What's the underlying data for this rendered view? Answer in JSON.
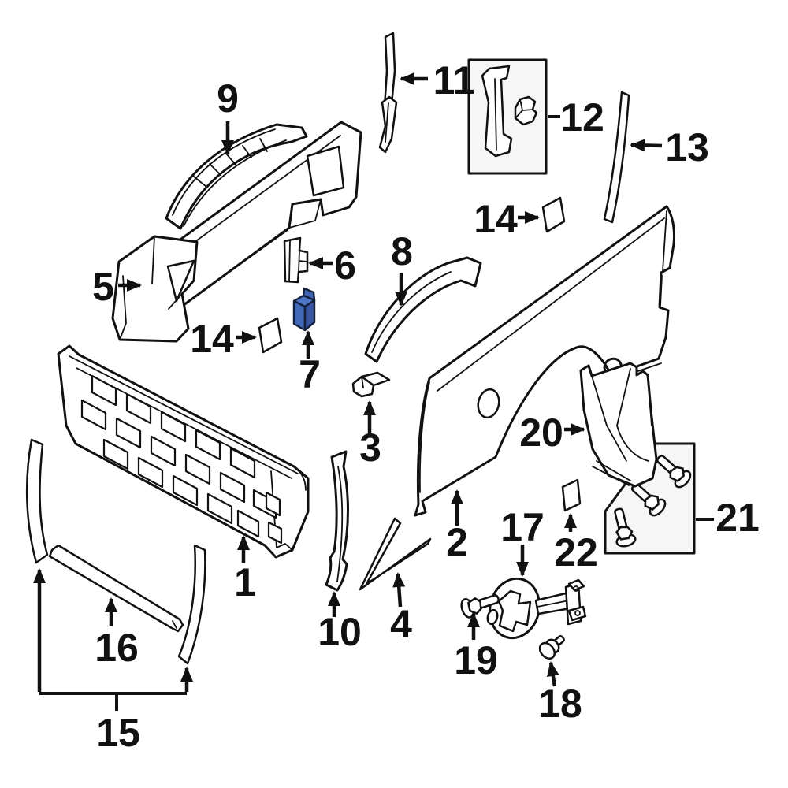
{
  "figure": {
    "title": "truck-bed-side-panel-parts-diagram",
    "background_color": "#ffffff",
    "line_color": "#111111",
    "highlight_color": "#4268b8",
    "highlighted_callout": "7",
    "kit_box_fill": "#f6f6f6"
  },
  "callouts": {
    "1": "1",
    "2": "2",
    "3": "3",
    "4": "4",
    "5": "5",
    "6": "6",
    "7": "7",
    "8": "8",
    "9": "9",
    "10": "10",
    "11": "11",
    "12": "12",
    "13": "13",
    "14": "14",
    "15": "15",
    "16": "16",
    "17": "17",
    "18": "18",
    "19": "19",
    "20": "20",
    "21": "21",
    "22": "22"
  }
}
